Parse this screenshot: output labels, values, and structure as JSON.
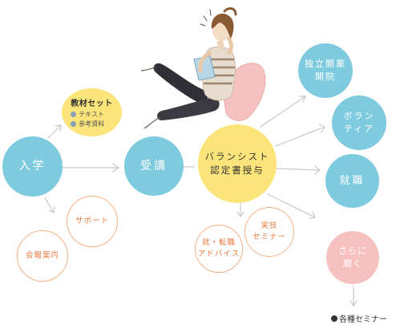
{
  "nodes": {
    "nyugaku": "入学",
    "kyozai": {
      "title": "教材セット",
      "items": [
        "テキスト",
        "参考資料"
      ]
    },
    "jukou": "受講",
    "center": {
      "line1": "バランシスト",
      "line2": "認定書授与"
    },
    "support": "サポート",
    "kaiho": "会報案内",
    "dokuritsu": {
      "line1": "独立開業",
      "line2": "開院"
    },
    "volunteer": {
      "line1": "ボラン",
      "line2": "ティア"
    },
    "shushoku": "就職",
    "jitsugi": {
      "line1": "実技",
      "line2": "セミナー"
    },
    "advice": {
      "line1": "就・転職",
      "line2": "アドバイス"
    },
    "sarani": {
      "line1": "さらに",
      "line2": "磨く"
    }
  },
  "footnote": "各種セミナー",
  "colors": {
    "blue": "#7ecbe0",
    "yellow": "#fbe57a",
    "pink": "#f7c1bf",
    "orange_text": "#ec7a3e",
    "orange_border": "#f4b184",
    "arrow": "#c8c8c8"
  },
  "icons": {
    "bullet": "gray-dot",
    "footnote_bullet": "black-dot",
    "illustration": "woman-sitting-reading-illustration"
  }
}
